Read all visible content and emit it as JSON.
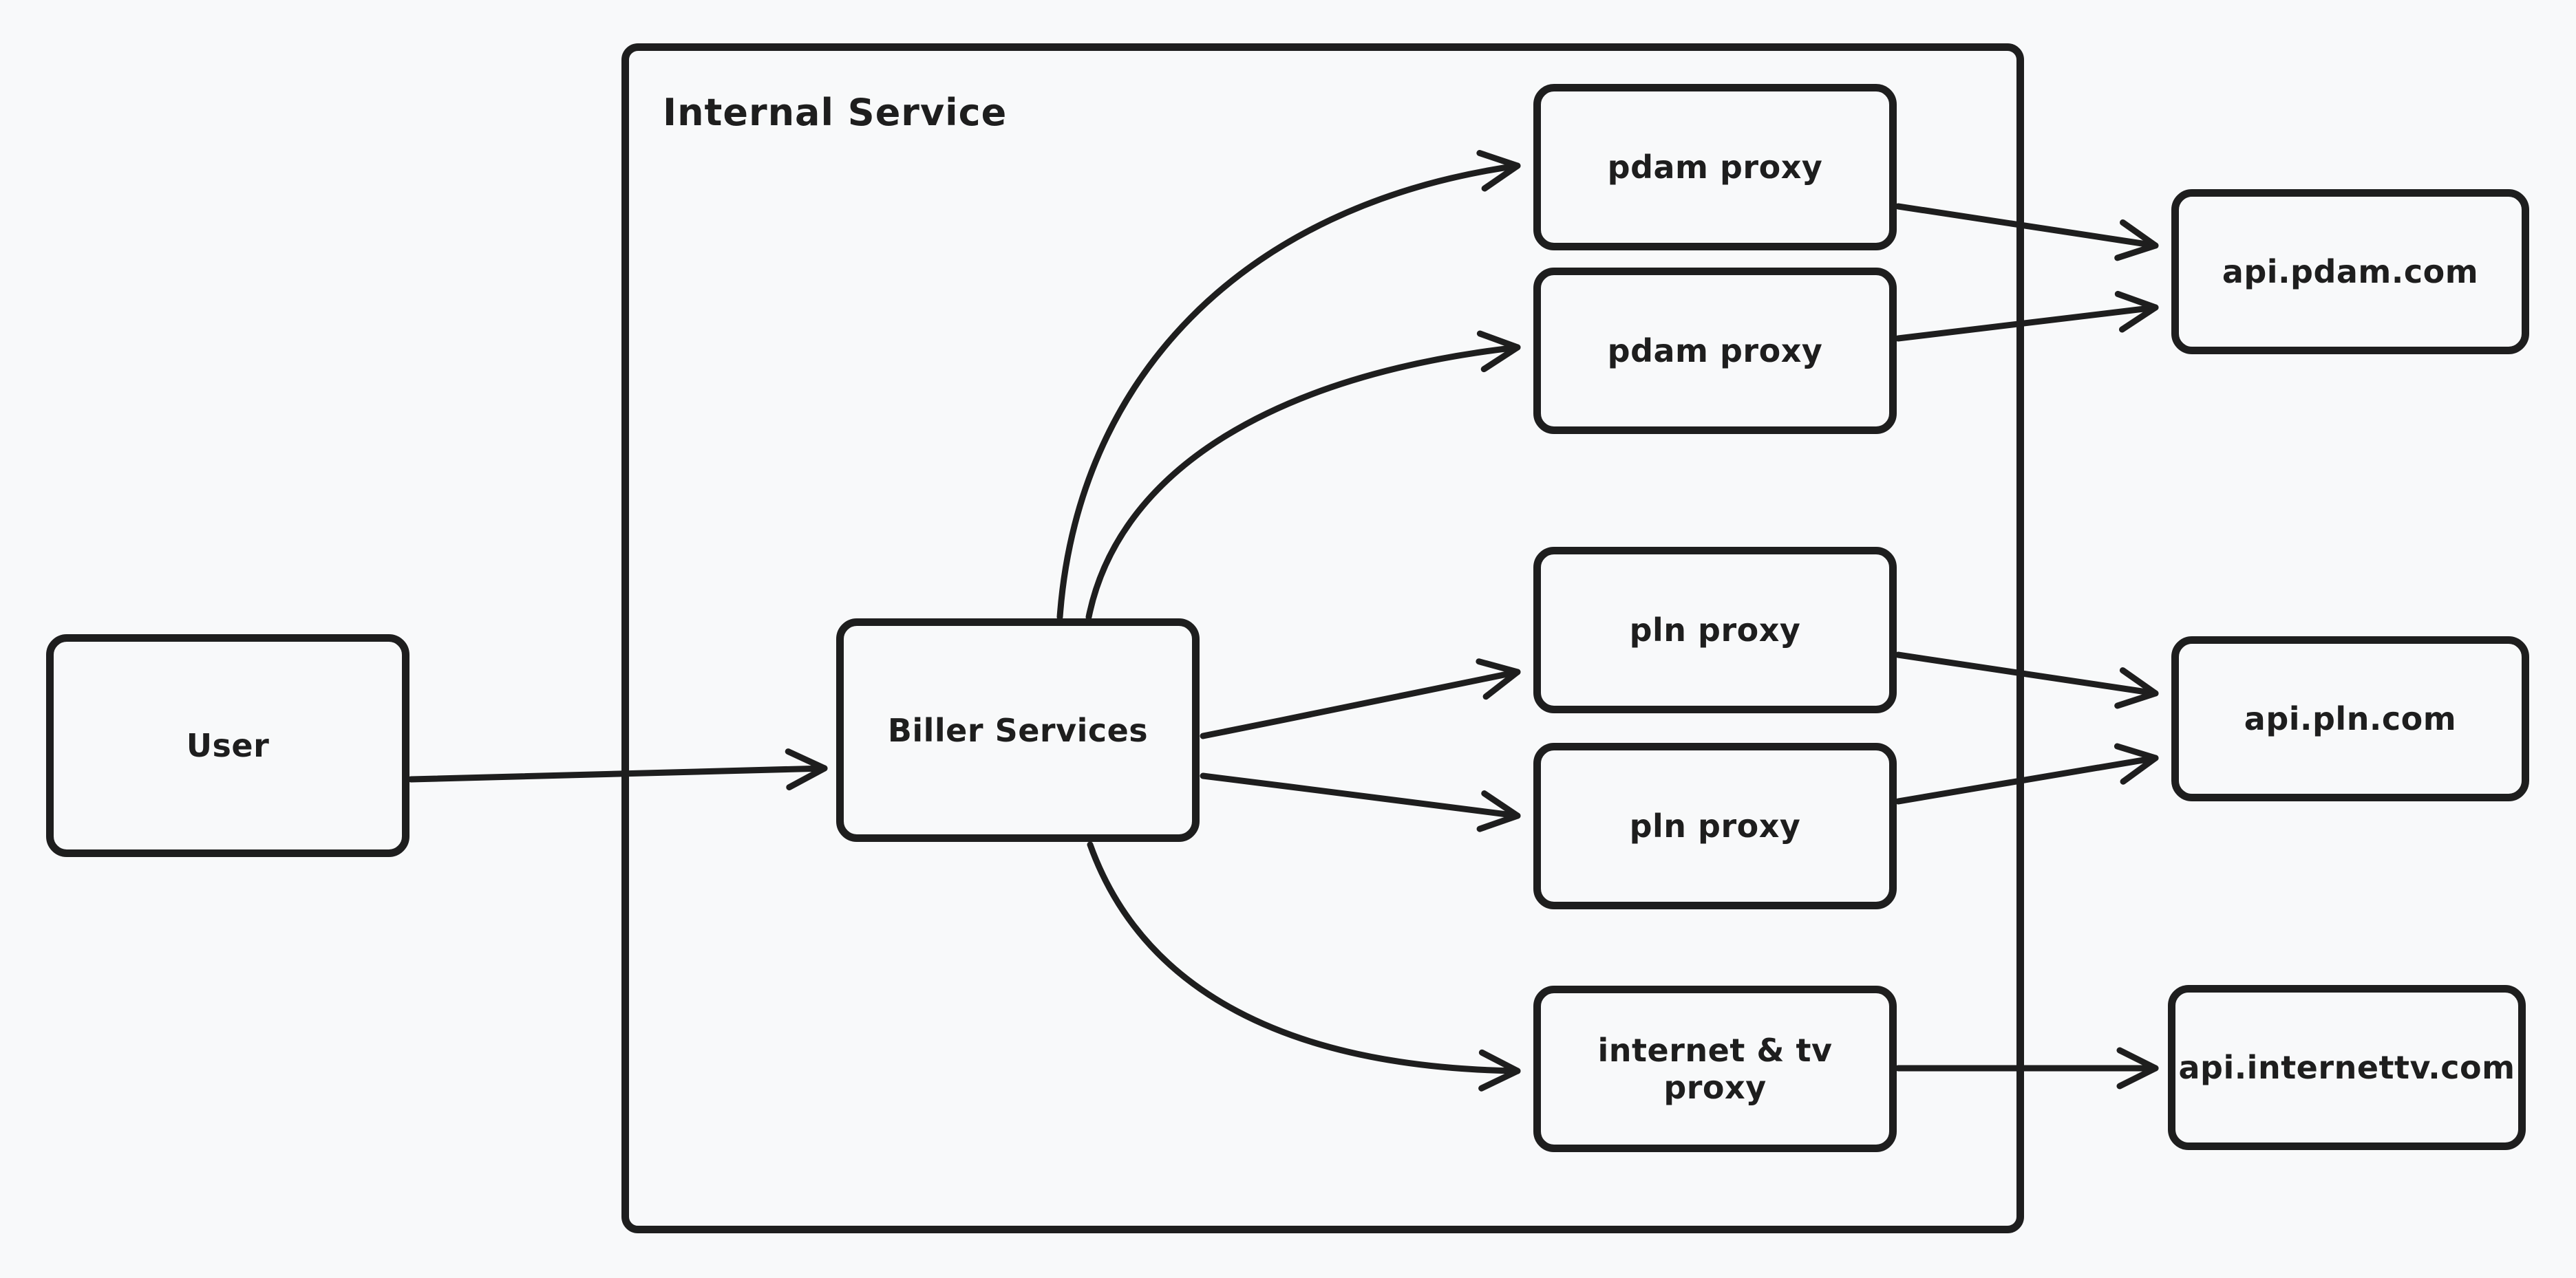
{
  "colors": {
    "background": "#f8f9fa",
    "stroke": "#1e1e1e"
  },
  "container": {
    "label": "Internal Service"
  },
  "nodes": {
    "user": {
      "label": "User"
    },
    "biller_services": {
      "label": "Biller Services"
    },
    "pdam_proxy_1": {
      "label": "pdam proxy"
    },
    "pdam_proxy_2": {
      "label": "pdam proxy"
    },
    "pln_proxy_1": {
      "label": "pln proxy"
    },
    "pln_proxy_2": {
      "label": "pln proxy"
    },
    "internet_tv_proxy": {
      "label": "internet & tv proxy"
    },
    "api_pdam": {
      "label": "api.pdam.com"
    },
    "api_pln": {
      "label": "api.pln.com"
    },
    "api_internettv": {
      "label": "api.internettv.com"
    }
  },
  "edges": [
    {
      "from": "user",
      "to": "biller_services"
    },
    {
      "from": "biller_services",
      "to": "pdam_proxy_1"
    },
    {
      "from": "biller_services",
      "to": "pdam_proxy_2"
    },
    {
      "from": "biller_services",
      "to": "pln_proxy_1"
    },
    {
      "from": "biller_services",
      "to": "pln_proxy_2"
    },
    {
      "from": "biller_services",
      "to": "internet_tv_proxy"
    },
    {
      "from": "pdam_proxy_1",
      "to": "api_pdam"
    },
    {
      "from": "pdam_proxy_2",
      "to": "api_pdam"
    },
    {
      "from": "pln_proxy_1",
      "to": "api_pln"
    },
    {
      "from": "pln_proxy_2",
      "to": "api_pln"
    },
    {
      "from": "internet_tv_proxy",
      "to": "api_internettv"
    }
  ]
}
